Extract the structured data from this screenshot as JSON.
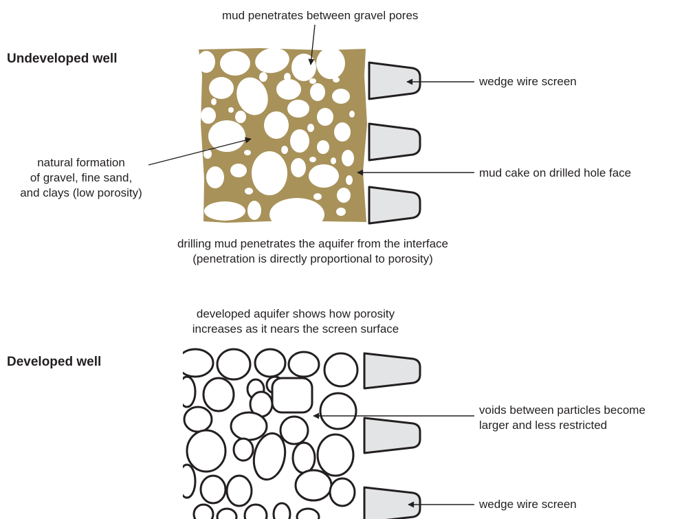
{
  "undeveloped": {
    "heading": "Undeveloped well",
    "label_top": "mud penetrates between gravel pores",
    "label_screen": "wedge wire screen",
    "label_formation": [
      "natural formation",
      "of gravel, fine sand,",
      "and clays (low porosity)"
    ],
    "label_mudcake": "mud cake on drilled hole face",
    "caption": [
      "drilling mud penetrates the aquifer from the interface",
      "(penetration is directly proportional to porosity)"
    ]
  },
  "developed": {
    "caption": [
      "developed aquifer shows how porosity",
      "increases as it nears the screen surface"
    ],
    "heading": "Developed well",
    "label_voids": [
      "voids between particles become",
      "larger and less restricted"
    ],
    "label_screen": "wedge wire screen"
  },
  "colors": {
    "mud": "#a8925a",
    "screen_fill": "#e3e4e5",
    "ink": "#231f20"
  }
}
